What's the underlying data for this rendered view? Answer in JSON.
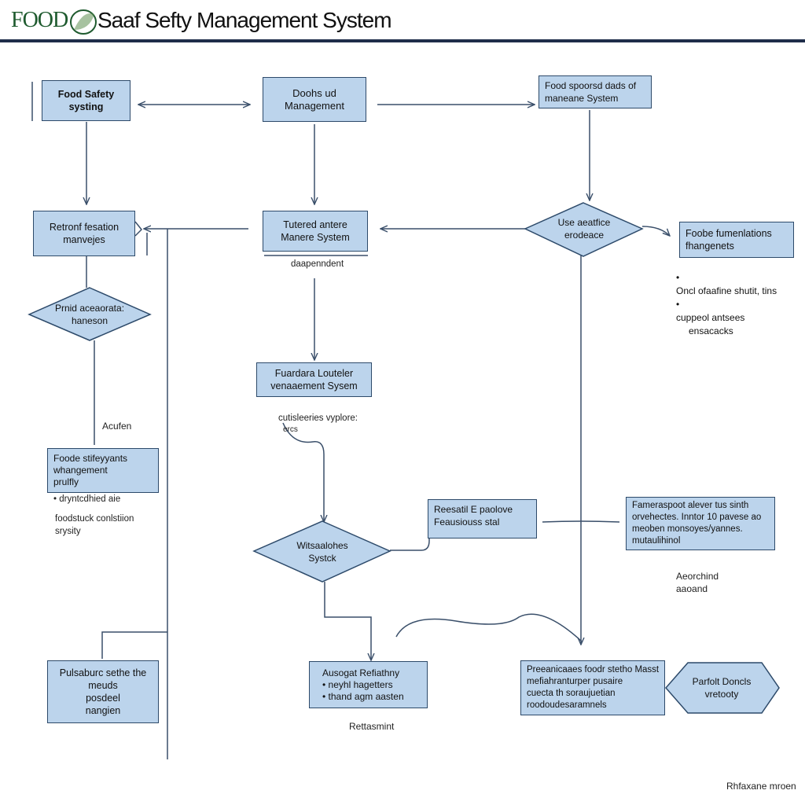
{
  "header": {
    "logo_text": "FOOD",
    "title": "Saaf Sefty Management System"
  },
  "colors": {
    "box_fill": "#bcd4ec",
    "box_border": "#2d4a6a",
    "line": "#3a4f6a",
    "header_rule": "#1f2d4a",
    "logo_green": "#1e5a2e"
  },
  "nodes": {
    "food_safety_system": "Food Safety\nsysting",
    "doohs_management": "Doohs ud\nManagement",
    "food_spoorsd": "Food spoorsd dads of\nmaneane System",
    "retronf": "Retronf fesation\nmanvejes",
    "tutered_manere": "Tutered antere\nManere System",
    "decision_top": "Use aeatfice\nerodeace",
    "foobe_fumenlations": "Foobe fumenlations\nfhangenets",
    "decision_left": "Prnid aceaorata:\nhaneson",
    "fuardara": "Fuardara Louteler\nvenaaement Sysem",
    "foode_stifey": "Foode stifeyyants\nwhangement\nprulfly",
    "recesatil": "Reesatil E paolove\nFeausiouss stal",
    "famerap": "Fameraspoot alever tus sinth\norvehectes. Inntor 10 pavese ao\nmeoben monsoyes/yannes.\nmutaulihinol",
    "decision_mid": "Witsaalohes\nSystck",
    "pulsaburc": "Pulsaburc sethe the\nmeuds\nposdeel\nnangien",
    "ausogat": "Ausogat Refiathny",
    "ausogat_items": [
      "neyhl hagetters",
      "thand agm aasten"
    ],
    "preeaniceaes": "Preeanicaaes foodr stetho Masst\nmefiahranturper pusaire\ncuecta th soraujuetian\nroodoudesaramnels",
    "parfolt": "Parfolt Doncls\nvretooty"
  },
  "labels": {
    "daapennent": "daapenndent",
    "acufen": "Acufen",
    "cutisleeries": "cutisleeries vyplore:",
    "cutisleeries_sub": "ercs",
    "bullet_left": "dryntcdhied aie",
    "foodstuck": "foodstuck conlstiion\nsrysity",
    "right_bullets": [
      "Oncl ofaafine shutit, tins",
      "cuppeol antsees"
    ],
    "right_bullets_sub": "ensacacks",
    "aeorchind": "Aeorchind\naaoand",
    "rettasmint": "Rettasmint",
    "footer": "Rhfaxane mroen"
  }
}
